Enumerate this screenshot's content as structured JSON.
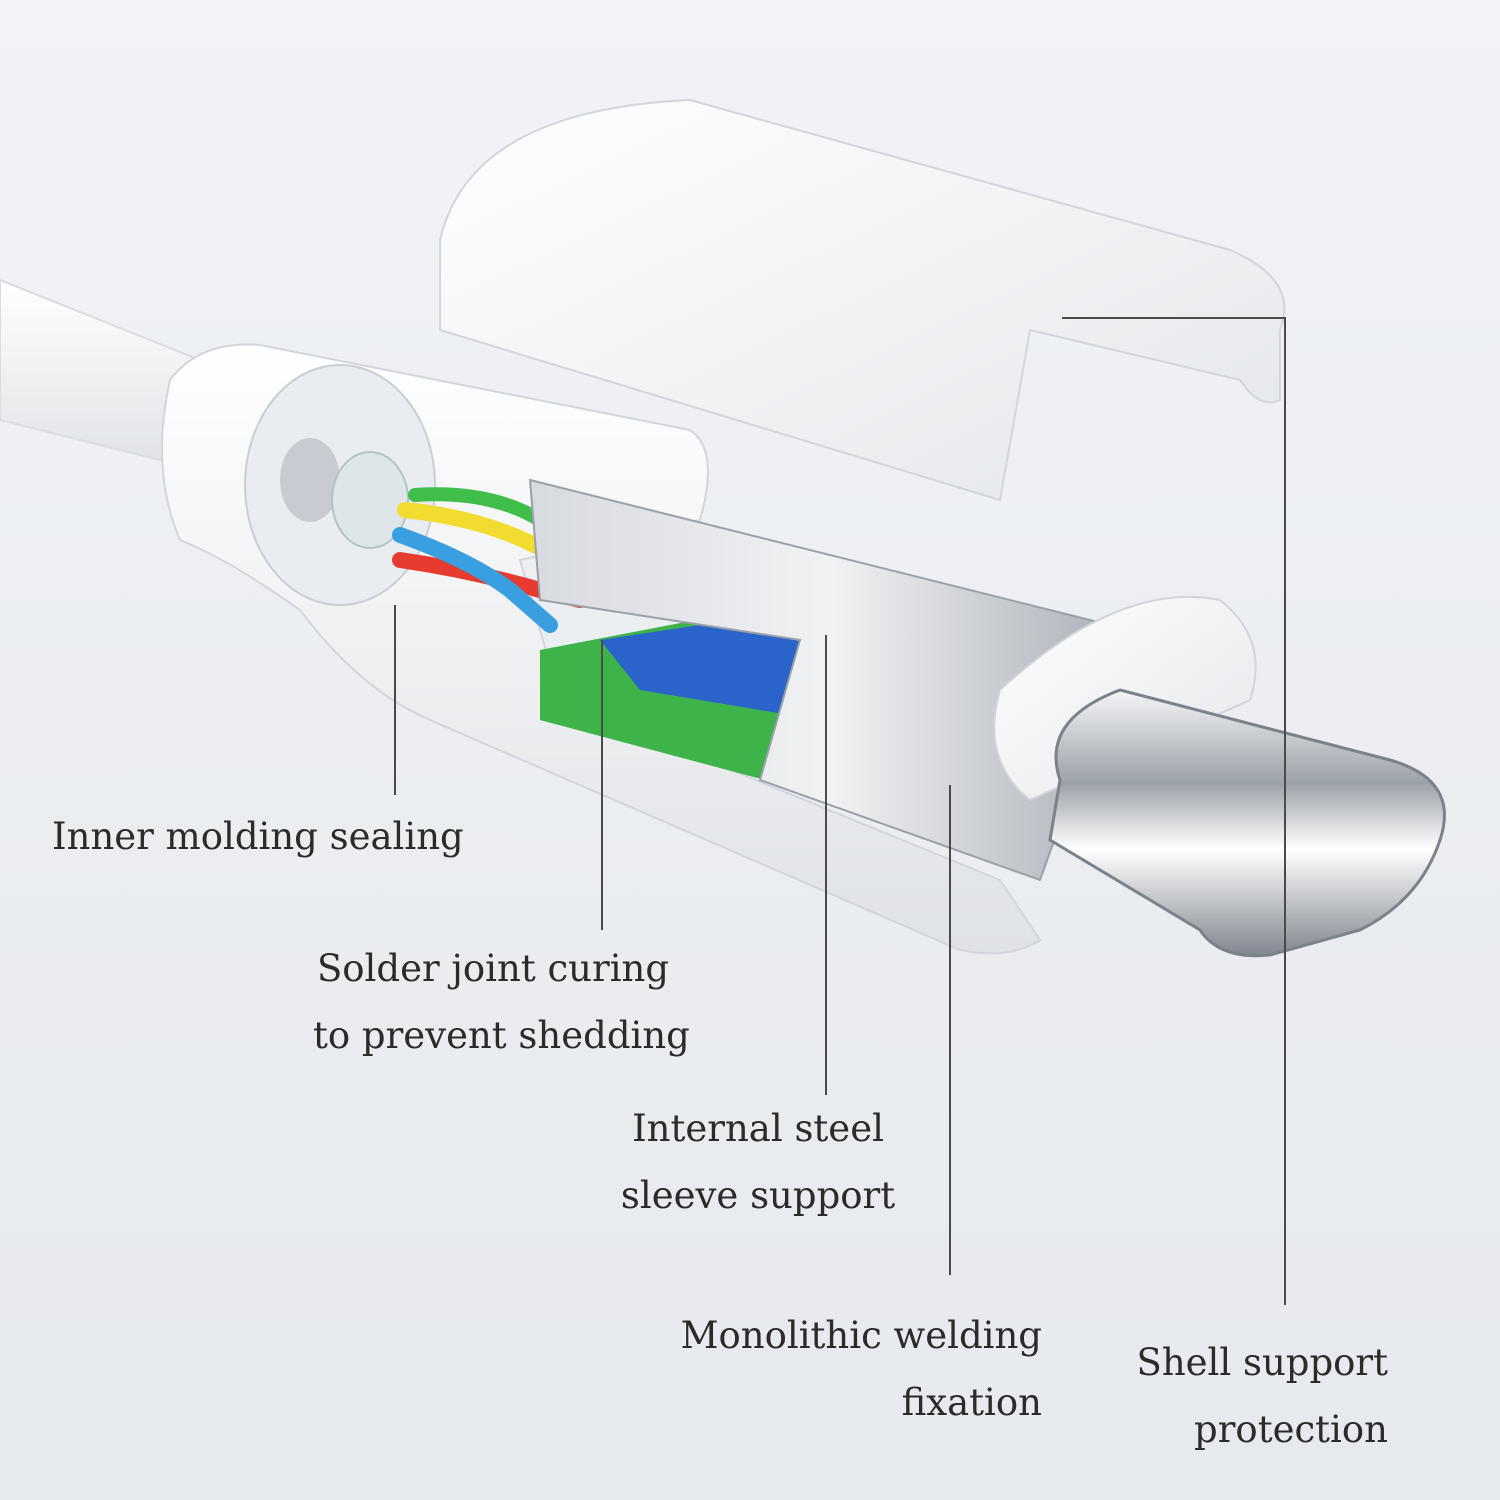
{
  "colors": {
    "background": "#eef1f4",
    "shell": "#f7f8fa",
    "steel": "#b8bdc4",
    "pcb": "#3db34a",
    "chip": "#2a63c9",
    "callout_line": "#4a4a4a"
  },
  "wires": [
    "#e63b2e",
    "#f2dc2f",
    "#3a9fe0",
    "#3fbf4a"
  ],
  "labels": {
    "inner_molding": {
      "lines": [
        "Inner molding sealing"
      ]
    },
    "solder_joint": {
      "lines": [
        "Solder joint curing",
        "to prevent shedding"
      ]
    },
    "steel_sleeve": {
      "lines": [
        "Internal steel",
        "sleeve support"
      ]
    },
    "welding": {
      "lines": [
        "Monolithic welding",
        "fixation"
      ]
    },
    "shell_support": {
      "lines": [
        "Shell support",
        "protection"
      ]
    }
  }
}
